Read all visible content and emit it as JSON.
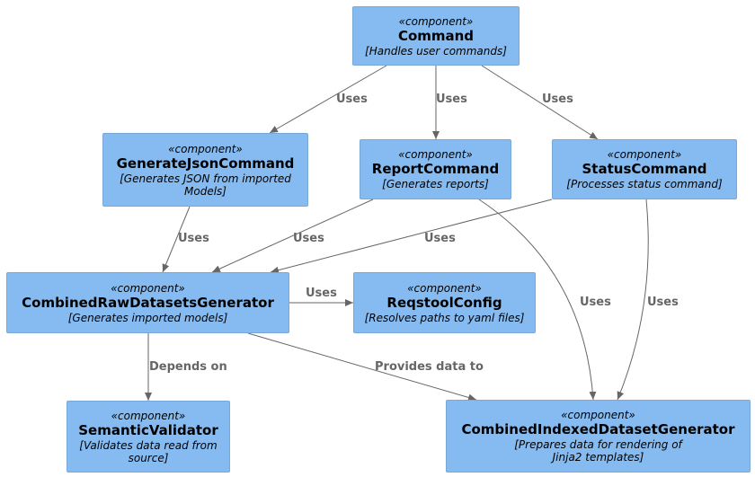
{
  "nodes": {
    "command": {
      "stereotype": "«component»",
      "name": "Command",
      "description": "[Handles user commands]"
    },
    "generate_json": {
      "stereotype": "«component»",
      "name": "GenerateJsonCommand",
      "description_1": "[Generates JSON from imported",
      "description_2": "Models]"
    },
    "report": {
      "stereotype": "«component»",
      "name": "ReportCommand",
      "description": "[Generates reports]"
    },
    "status": {
      "stereotype": "«component»",
      "name": "StatusCommand",
      "description": "[Processes status command]"
    },
    "combined_raw": {
      "stereotype": "«component»",
      "name": "CombinedRawDatasetsGenerator",
      "description": "[Generates imported models]"
    },
    "reqstool_config": {
      "stereotype": "«component»",
      "name": "ReqstoolConfig",
      "description": "[Resolves paths to yaml files]"
    },
    "semantic_validator": {
      "stereotype": "«component»",
      "name": "SemanticValidator",
      "description_1": "[Validates data read from",
      "description_2": "source]"
    },
    "combined_indexed": {
      "stereotype": "«component»",
      "name": "CombinedIndexedDatasetGenerator",
      "description_1": "[Prepares data for rendering of",
      "description_2": "Jinja2 templates]"
    }
  },
  "edges": {
    "command_generate_json": "Uses",
    "command_report": "Uses",
    "command_status": "Uses",
    "generate_json_combined_raw": "Uses",
    "report_combined_raw": "Uses",
    "status_combined_raw": "Uses",
    "combined_raw_reqstool": "Uses",
    "report_combined_indexed": "Uses",
    "status_combined_indexed": "Uses",
    "combined_raw_semantic": "Depends on",
    "combined_raw_combined_indexed": "Provides data to"
  },
  "colors": {
    "node_fill": "#85bbf0",
    "node_border": "#78a8d8",
    "edge": "#666666",
    "label": "#666666"
  }
}
